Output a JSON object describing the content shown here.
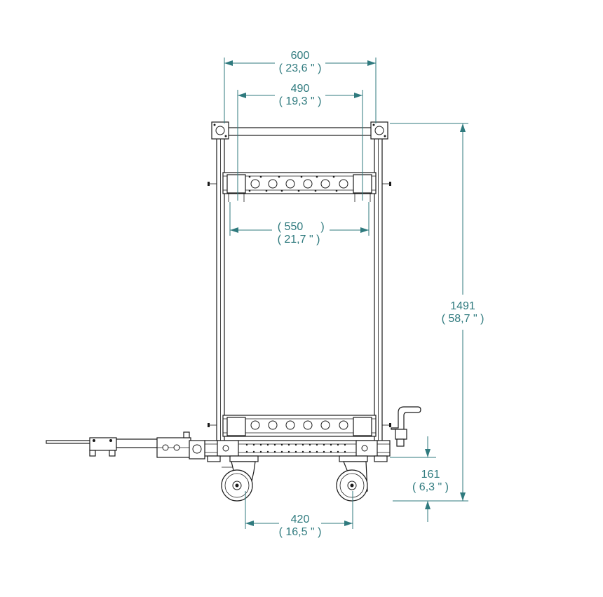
{
  "dimensions": {
    "top_width": {
      "value": "600",
      "inch": "( 23,6 \" )"
    },
    "inner_width": {
      "value": "490",
      "inch": "( 19,3 \" )"
    },
    "shelf_width": {
      "value": "( 550",
      "inch": "( 21,7 \" )"
    },
    "height": {
      "value": "1491",
      "inch": "( 58,7 \" )"
    },
    "base_height": {
      "value": "161",
      "inch": "( 6,3 \" )"
    },
    "wheelbase": {
      "value": "420",
      "inch": "( 16,5 \" )"
    }
  },
  "colors": {
    "dimension": "#2f7a7e",
    "outline": "#1a1a1a"
  }
}
